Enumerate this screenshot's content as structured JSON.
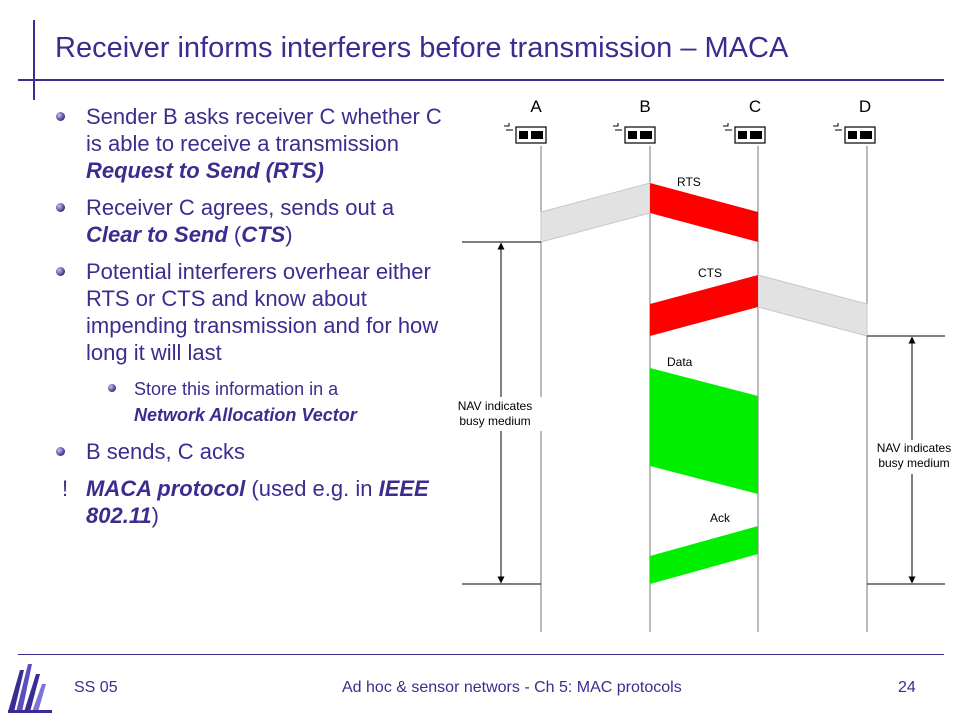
{
  "slide": {
    "title": "Receiver informs interferers before transmission – MACA",
    "bullets": [
      {
        "text": "Sender B asks receiver C whether C is able to receive a transmission",
        "em": "Request to Send (RTS)"
      },
      {
        "pre": "Receiver C agrees, sends out a ",
        "em1": "Clear to Send",
        "mid": " (",
        "em2": "CTS",
        "post": ")"
      },
      {
        "text": "Potential interferers overhear either RTS or CTS and know about impending transmission and for how long it will last"
      }
    ],
    "sub_bullet": {
      "text": "Store this information in a",
      "em": "Network Allocation Vector"
    },
    "bullet4": "B sends, C acks",
    "last_line": {
      "bang": "!",
      "em1": "MACA protocol",
      "mid": " (used e.g. in ",
      "em2": "IEEE 802.11",
      "post": ")"
    }
  },
  "diagram": {
    "stations": [
      "A",
      "B",
      "C",
      "D"
    ],
    "frames": [
      "RTS",
      "CTS",
      "Data",
      "Ack"
    ],
    "nav_left": [
      "NAV indicates",
      "busy medium"
    ],
    "nav_right": [
      "NAV indicates",
      "busy medium"
    ],
    "colors": {
      "control": "#ff0000",
      "data": "#00ee00",
      "overheard": "#e2e2e2"
    }
  },
  "footer": {
    "left": "SS 05",
    "center": "Ad hoc & sensor networs - Ch 5: MAC protocols",
    "right": "24"
  }
}
